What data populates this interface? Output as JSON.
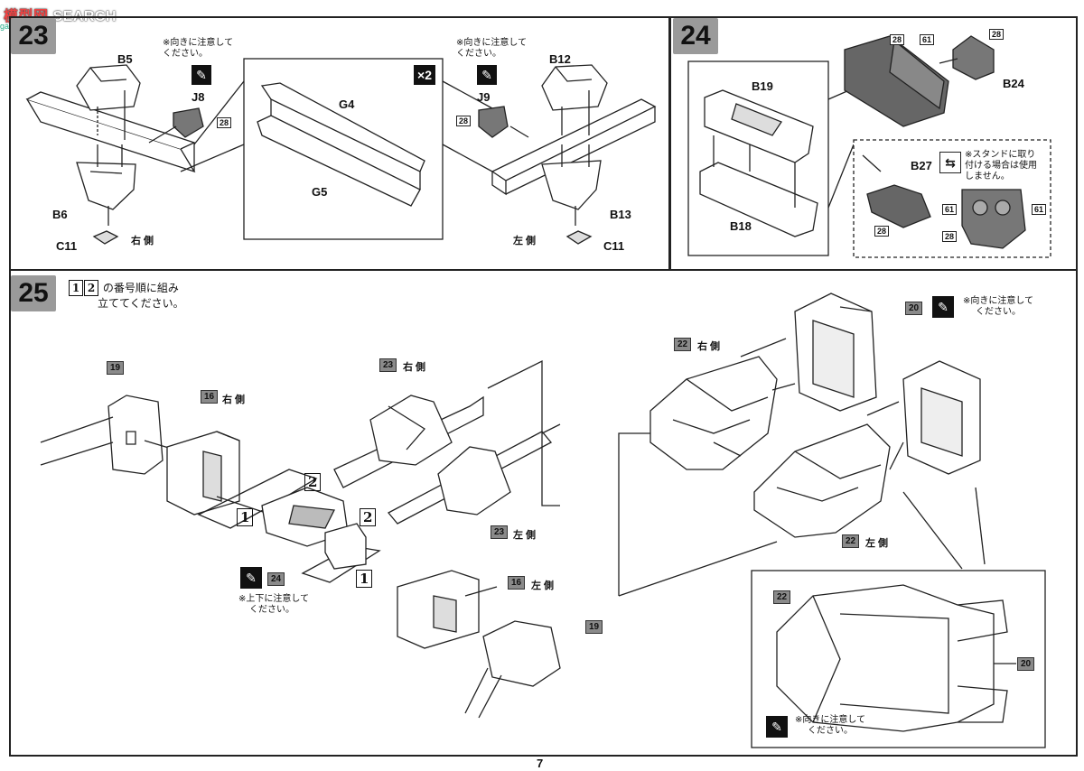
{
  "watermark": {
    "site": "模型网",
    "search": "SEARCH",
    "domain": "gan-bhuai.com"
  },
  "page_number": "7",
  "step23": {
    "number": "23",
    "note_left": [
      "※向きに注意して",
      "ください。"
    ],
    "note_right": [
      "※向きに注意して",
      "ください。"
    ],
    "times": "×2",
    "labels": {
      "b5": "B5",
      "j8": "J8",
      "b6": "B6",
      "c11_left": "C11",
      "g4": "G4",
      "g5": "G5",
      "j9": "J9",
      "b12": "B12",
      "b13": "B13",
      "c11_right": "C11"
    },
    "side_right": "右 側",
    "side_left": "左 側",
    "color_code_a": "28",
    "color_code_b": "28"
  },
  "step24": {
    "number": "24",
    "labels": {
      "b19": "B19",
      "b18": "B18",
      "b24": "B24",
      "b27": "B27"
    },
    "codes": {
      "c28a": "28",
      "c61a": "61",
      "c28b": "28",
      "c28c": "28",
      "c61b": "61",
      "c61c": "61",
      "c28d": "28"
    },
    "stand_note": [
      "※スタンドに取り",
      "付ける場合は使用",
      "しません。"
    ]
  },
  "step25": {
    "number": "25",
    "order_nums": [
      "1",
      "2"
    ],
    "instruction": [
      "の番号順に組み",
      "立ててください。"
    ],
    "tags": {
      "t19a": "19",
      "t16a": "16",
      "t23a": "23",
      "t22a": "22",
      "t20a": "20",
      "t23b": "23",
      "t22b": "22",
      "t24": "24",
      "t16b": "16",
      "t19b": "19",
      "t22c": "22",
      "t20b": "20"
    },
    "side_labels": {
      "s16a": "右 側",
      "s23a": "右 側",
      "s22a": "右 側",
      "s23b": "左 側",
      "s22b": "左 側",
      "s16b": "左 側"
    },
    "callouts": {
      "c1a": "1",
      "c2a": "2",
      "c2b": "2",
      "c1b": "1"
    },
    "note_top": [
      "※向きに注意して",
      "ください。"
    ],
    "note_updown": [
      "※上下に注意して",
      "ください。"
    ],
    "note_inset": [
      "※向きに注意して",
      "ください。"
    ]
  }
}
